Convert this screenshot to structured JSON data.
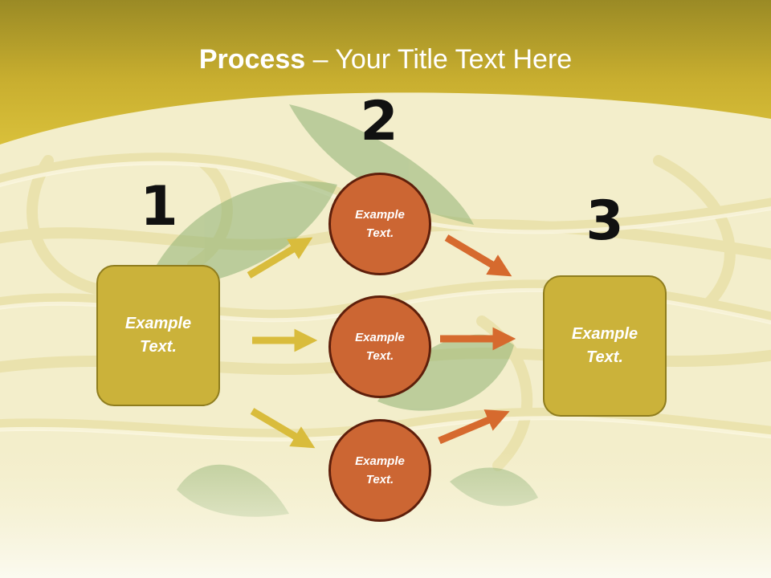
{
  "title": {
    "bold": "Process",
    "rest": " – Your Title Text Here"
  },
  "steps": {
    "one": "1",
    "two": "2",
    "three": "3"
  },
  "boxes": {
    "left": "Example Text.",
    "right": "Example Text."
  },
  "circles": {
    "top": "Example Text.",
    "middle": "Example Text.",
    "bottom": "Example Text."
  },
  "colors": {
    "header": "#c4ab2d",
    "box_fill": "#cbb23a",
    "circle_fill": "#cc6633",
    "circle_border": "#5e1f0b",
    "arrow_left": "#d9bc3c",
    "arrow_right": "#d66a2e"
  }
}
